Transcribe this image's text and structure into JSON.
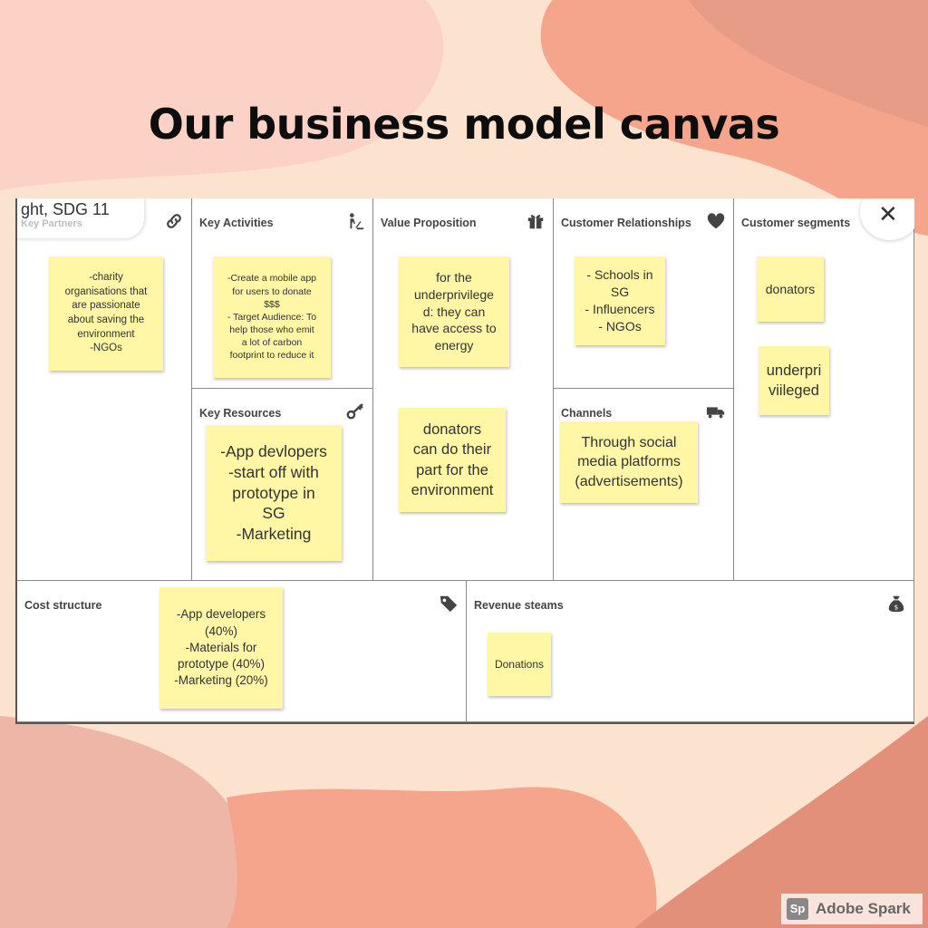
{
  "page": {
    "title": "Our business model canvas"
  },
  "canvas": {
    "tab_label": "ght, SDG 11",
    "tab_ghost_label": "Key Partners",
    "close_symbol": "✕",
    "sections": {
      "key_activities": {
        "title": "Key Activities",
        "icon": "worker-icon"
      },
      "key_partners": {
        "icon": "link-icon"
      },
      "key_resources": {
        "title": "Key Resources",
        "icon": "key-icon"
      },
      "value_proposition": {
        "title": "Value Proposition",
        "icon": "gift-icon"
      },
      "customer_relationships": {
        "title": "Customer Relationships",
        "icon": "heart-icon"
      },
      "channels": {
        "title": "Channels",
        "icon": "truck-icon"
      },
      "customer_segments": {
        "title": "Customer segments"
      },
      "cost_structure": {
        "title": "Cost structure",
        "icon": "tag-icon"
      },
      "revenue_streams": {
        "title": "Revenue steams",
        "icon": "money-bag-icon"
      }
    },
    "notes": {
      "partners": "-charity\norganisations that\nare passionate\nabout saving the\nenvironment\n-NGOs",
      "activities": "-Create a mobile app\nfor users to donate\n$$$\n- Target Audience: To\nhelp those who emit\na lot of carbon\nfootprint to reduce it",
      "resources": "-App devlopers\n-start off with\nprototype in\nSG\n-Marketing",
      "value_1": "for the\nunderprivilege\nd: they can\nhave access to\nenergy",
      "value_2": "donators\ncan do their\npart for the\nenvironment",
      "relationships": "- Schools in\nSG\n- Influencers\n- NGOs",
      "channels": "Through social\nmedia platforms\n(advertisements)",
      "segments_1": "donators",
      "segments_2": "underpri\nviileged",
      "cost": "-App developers\n(40%)\n-Materials for\nprototype (40%)\n-Marketing (20%)",
      "revenue": "Donations"
    }
  },
  "watermark": {
    "logo": "Sp",
    "text": "Adobe Spark"
  },
  "colors": {
    "background": "#fbe3cf",
    "blob_light": "#fbd2c5",
    "blob_mid": "#f4a58c",
    "blob_dark": "#e2907a",
    "sticky_note": "#fff7a6"
  }
}
